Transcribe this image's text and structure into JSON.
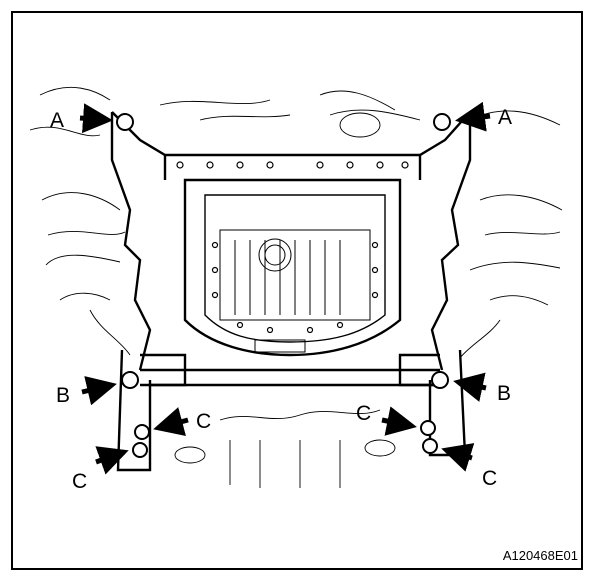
{
  "diagram": {
    "image_code": "A120468E01",
    "callouts": {
      "a_left": "A",
      "a_right": "A",
      "b_left": "B",
      "b_right": "B",
      "c_left_upper": "C",
      "c_left_lower": "C",
      "c_right_upper": "C",
      "c_right_lower": "C"
    },
    "colors": {
      "ink": "#000000",
      "paper": "#ffffff"
    }
  }
}
